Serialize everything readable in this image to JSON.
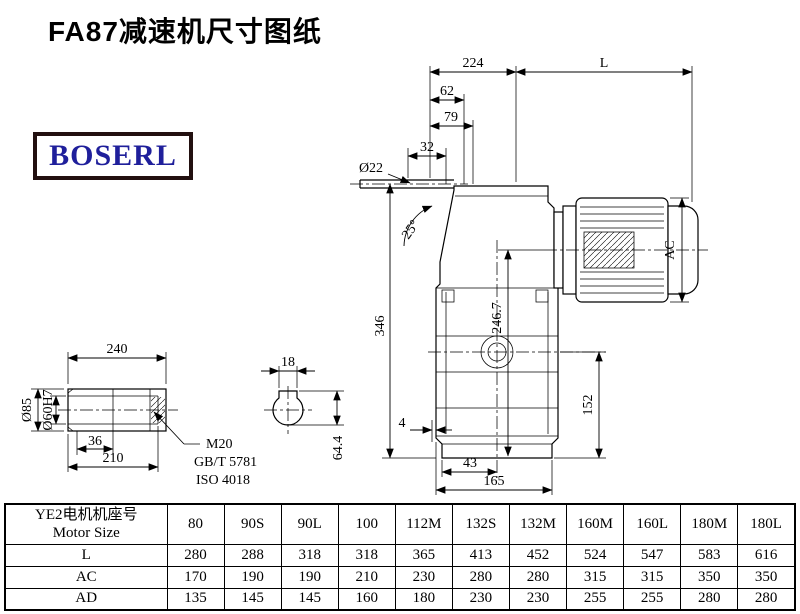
{
  "title": "FA87减速机尺寸图纸",
  "logo": "BOSERL",
  "dims": {
    "d224": "224",
    "L": "L",
    "d62": "62",
    "d79": "79",
    "d32": "32",
    "dia22": "Ø22",
    "ang25": "25°",
    "d346": "346",
    "d246_7": "246.7",
    "AC": "AC",
    "d152": "152",
    "d4": "4",
    "d43": "43",
    "d165": "165",
    "d240": "240",
    "dia85": "Ø85",
    "dia60h7": "Ø60H7",
    "d36": "36",
    "d210": "210",
    "m20": "M20",
    "gbt5781": "GB/T 5781",
    "iso4018": "ISO 4018",
    "d18": "18",
    "d64_4": "64.4"
  },
  "table": {
    "header_line1": "YE2电机机座号",
    "header_line2": "Motor Size",
    "columns": [
      "80",
      "90S",
      "90L",
      "100",
      "112M",
      "132S",
      "132M",
      "160M",
      "160L",
      "180M",
      "180L"
    ],
    "rows": [
      {
        "label": "L",
        "values": [
          "280",
          "288",
          "318",
          "318",
          "365",
          "413",
          "452",
          "524",
          "547",
          "583",
          "616"
        ]
      },
      {
        "label": "AC",
        "values": [
          "170",
          "190",
          "190",
          "210",
          "230",
          "280",
          "280",
          "315",
          "315",
          "350",
          "350"
        ]
      },
      {
        "label": "AD",
        "values": [
          "135",
          "145",
          "145",
          "160",
          "180",
          "230",
          "230",
          "255",
          "255",
          "280",
          "280"
        ]
      }
    ]
  }
}
